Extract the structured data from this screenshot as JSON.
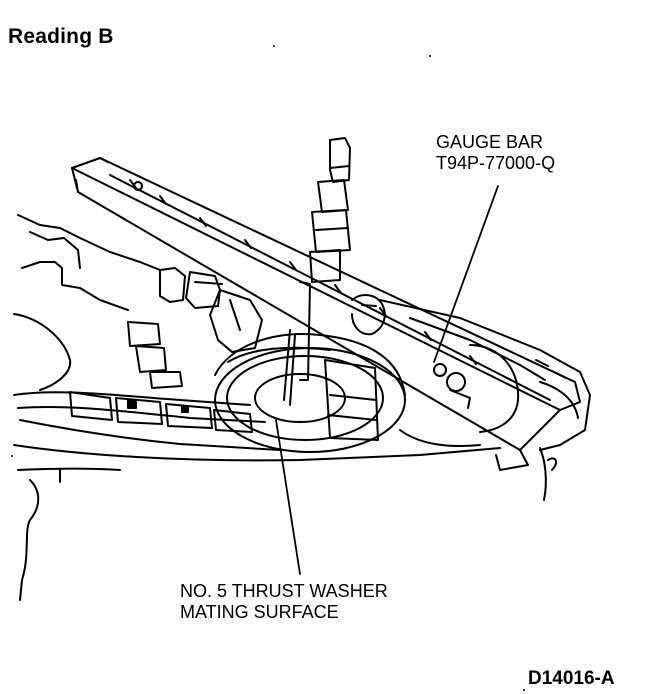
{
  "heading": "Reading B",
  "callouts": {
    "gauge_bar": {
      "line1": "GAUGE BAR",
      "line2": "T94P-77000-Q"
    },
    "thrust_washer": {
      "line1": "NO. 5 THRUST WASHER",
      "line2": "MATING SURFACE"
    }
  },
  "figure_id": "D14016-A",
  "colors": {
    "ink": "#000000",
    "paper": "#ffffff"
  }
}
